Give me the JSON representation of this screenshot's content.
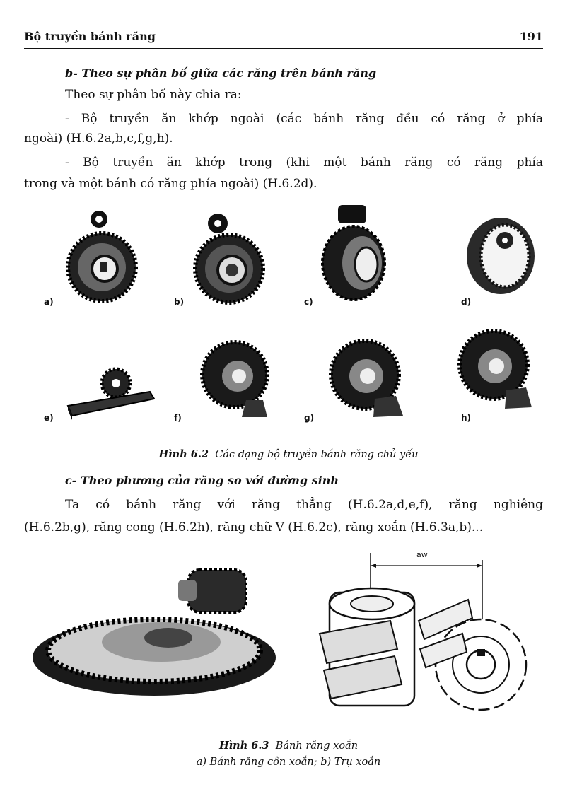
{
  "header": {
    "title": "Bộ truyền bánh răng",
    "page_number": "191"
  },
  "section_b": {
    "heading": "b- Theo sự phân bố giữa các răng trên bánh răng",
    "intro": "Theo sự phân bố này chia ra:",
    "item1_line1": "- Bộ truyền ăn khớp ngoài (các bánh răng đều có răng ở phía",
    "item1_line2": "ngoài) (H.6.2a,b,c,f,g,h).",
    "item2_line1": "- Bộ truyền ăn khớp trong (khi một bánh răng có răng phía",
    "item2_line2": "trong và một bánh có răng phía ngoài) (H.6.2d)."
  },
  "figure_6_2": {
    "labels": [
      "a)",
      "b)",
      "c)",
      "d)",
      "e)",
      "f)",
      "g)",
      "h)"
    ],
    "caption_number": "Hình 6.2",
    "caption_text": "Các dạng bộ truyền bánh răng chủ yếu"
  },
  "section_c": {
    "heading": "c- Theo phương của răng so với đường sinh",
    "line1": "Ta có bánh răng với răng thẳng (H.6.2a,d,e,f), răng nghiêng",
    "line2": "(H.6.2b,g), răng cong (H.6.2h), răng chữ V (H.6.2c), răng xoắn (H.6.3a,b)..."
  },
  "figure_6_3": {
    "dimension_label": "aw",
    "caption_number": "Hình 6.3",
    "caption_text": "Bánh răng xoắn",
    "subcaption": "a) Bánh răng côn xoắn;  b) Trụ xoắn"
  }
}
